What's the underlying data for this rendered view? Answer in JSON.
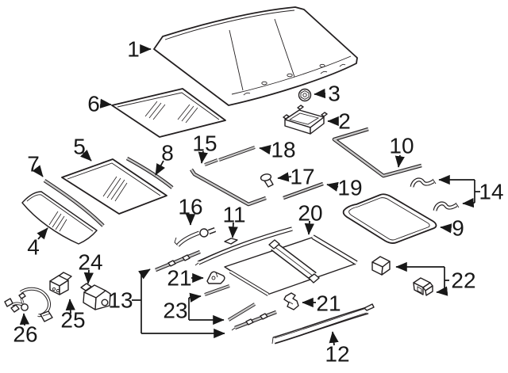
{
  "meta": {
    "background": "#ffffff",
    "line_color": "#231f20",
    "shade_color": "#c9c9c9",
    "description_visible_text_only": true
  },
  "callouts": [
    {
      "text": "1"
    },
    {
      "text": "2"
    },
    {
      "text": "3"
    },
    {
      "text": "4"
    },
    {
      "text": "5"
    },
    {
      "text": "6"
    },
    {
      "text": "7"
    },
    {
      "text": "8"
    },
    {
      "text": "9"
    },
    {
      "text": "10"
    },
    {
      "text": "11"
    },
    {
      "text": "12"
    },
    {
      "text": "13"
    },
    {
      "text": "14"
    },
    {
      "text": "15"
    },
    {
      "text": "16"
    },
    {
      "text": "17"
    },
    {
      "text": "18"
    },
    {
      "text": "19"
    },
    {
      "text": "20"
    },
    {
      "text": "21"
    },
    {
      "text": "21"
    },
    {
      "text": "22"
    },
    {
      "text": "23"
    },
    {
      "text": "24"
    },
    {
      "text": "25"
    },
    {
      "text": "26"
    }
  ]
}
